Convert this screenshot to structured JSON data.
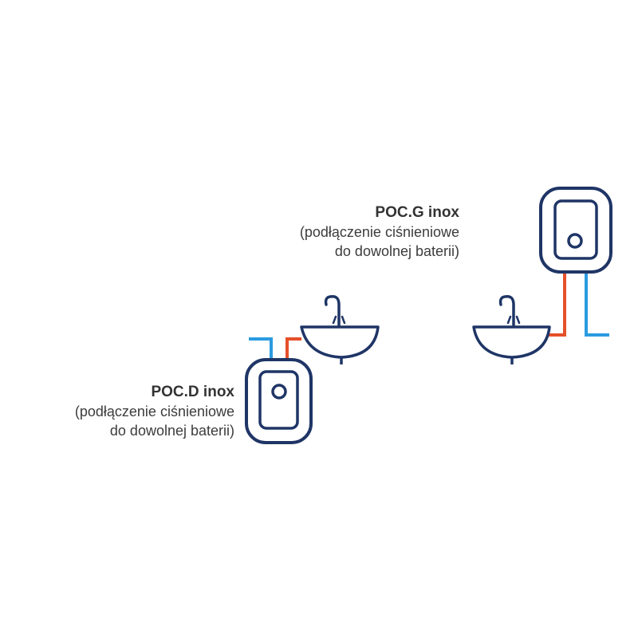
{
  "colors": {
    "heater_outline": "#1f3566",
    "cold_pipe": "#2b9be0",
    "hot_pipe": "#e5502a"
  },
  "labels": {
    "poc_g": {
      "model": "POC.G inox",
      "line1": "(podłączenie ciśnieniowe",
      "line2": "do dowolnej baterii)"
    },
    "poc_d": {
      "model": "POC.D inox",
      "line1": "(podłączenie ciśnieniowe",
      "line2": "do dowolnej baterii)"
    }
  }
}
